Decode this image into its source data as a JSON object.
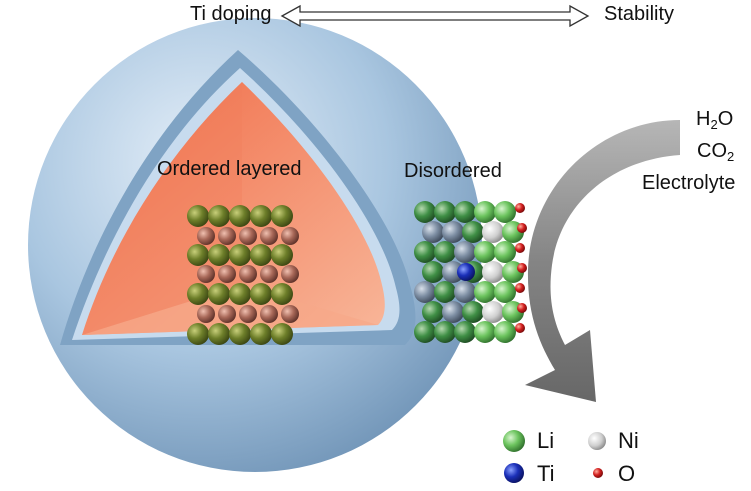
{
  "header": {
    "left_label": "Ti doping",
    "right_label": "Stability",
    "arrow": "double-arrow-icon"
  },
  "regions": {
    "core_label": "Ordered layered",
    "shell_label": "Disordered"
  },
  "environment": {
    "water_main": "H",
    "water_sub": "2",
    "water_tail": "O",
    "co2_main": "CO",
    "co2_sub": "2",
    "electrolyte": "Electrolyte",
    "arrow": "curved-arrow-icon"
  },
  "legend": [
    {
      "label": "Li",
      "color": "#5cb85c",
      "icon": "li-atom-icon"
    },
    {
      "label": "Ni",
      "color": "#c8c8c8",
      "icon": "ni-atom-icon"
    },
    {
      "label": "Ti",
      "color": "#1a2fb8",
      "icon": "ti-atom-icon"
    },
    {
      "label": "O",
      "color": "#d42020",
      "icon": "o-atom-icon"
    }
  ],
  "colors": {
    "sphere": "#a9c6e0",
    "core": "#f4a07f",
    "core_layer_a": "#7a8a2c",
    "core_layer_b": "#b07060",
    "shell_atoms": "#4a9a5a",
    "shell_gray": "#8796a8"
  }
}
